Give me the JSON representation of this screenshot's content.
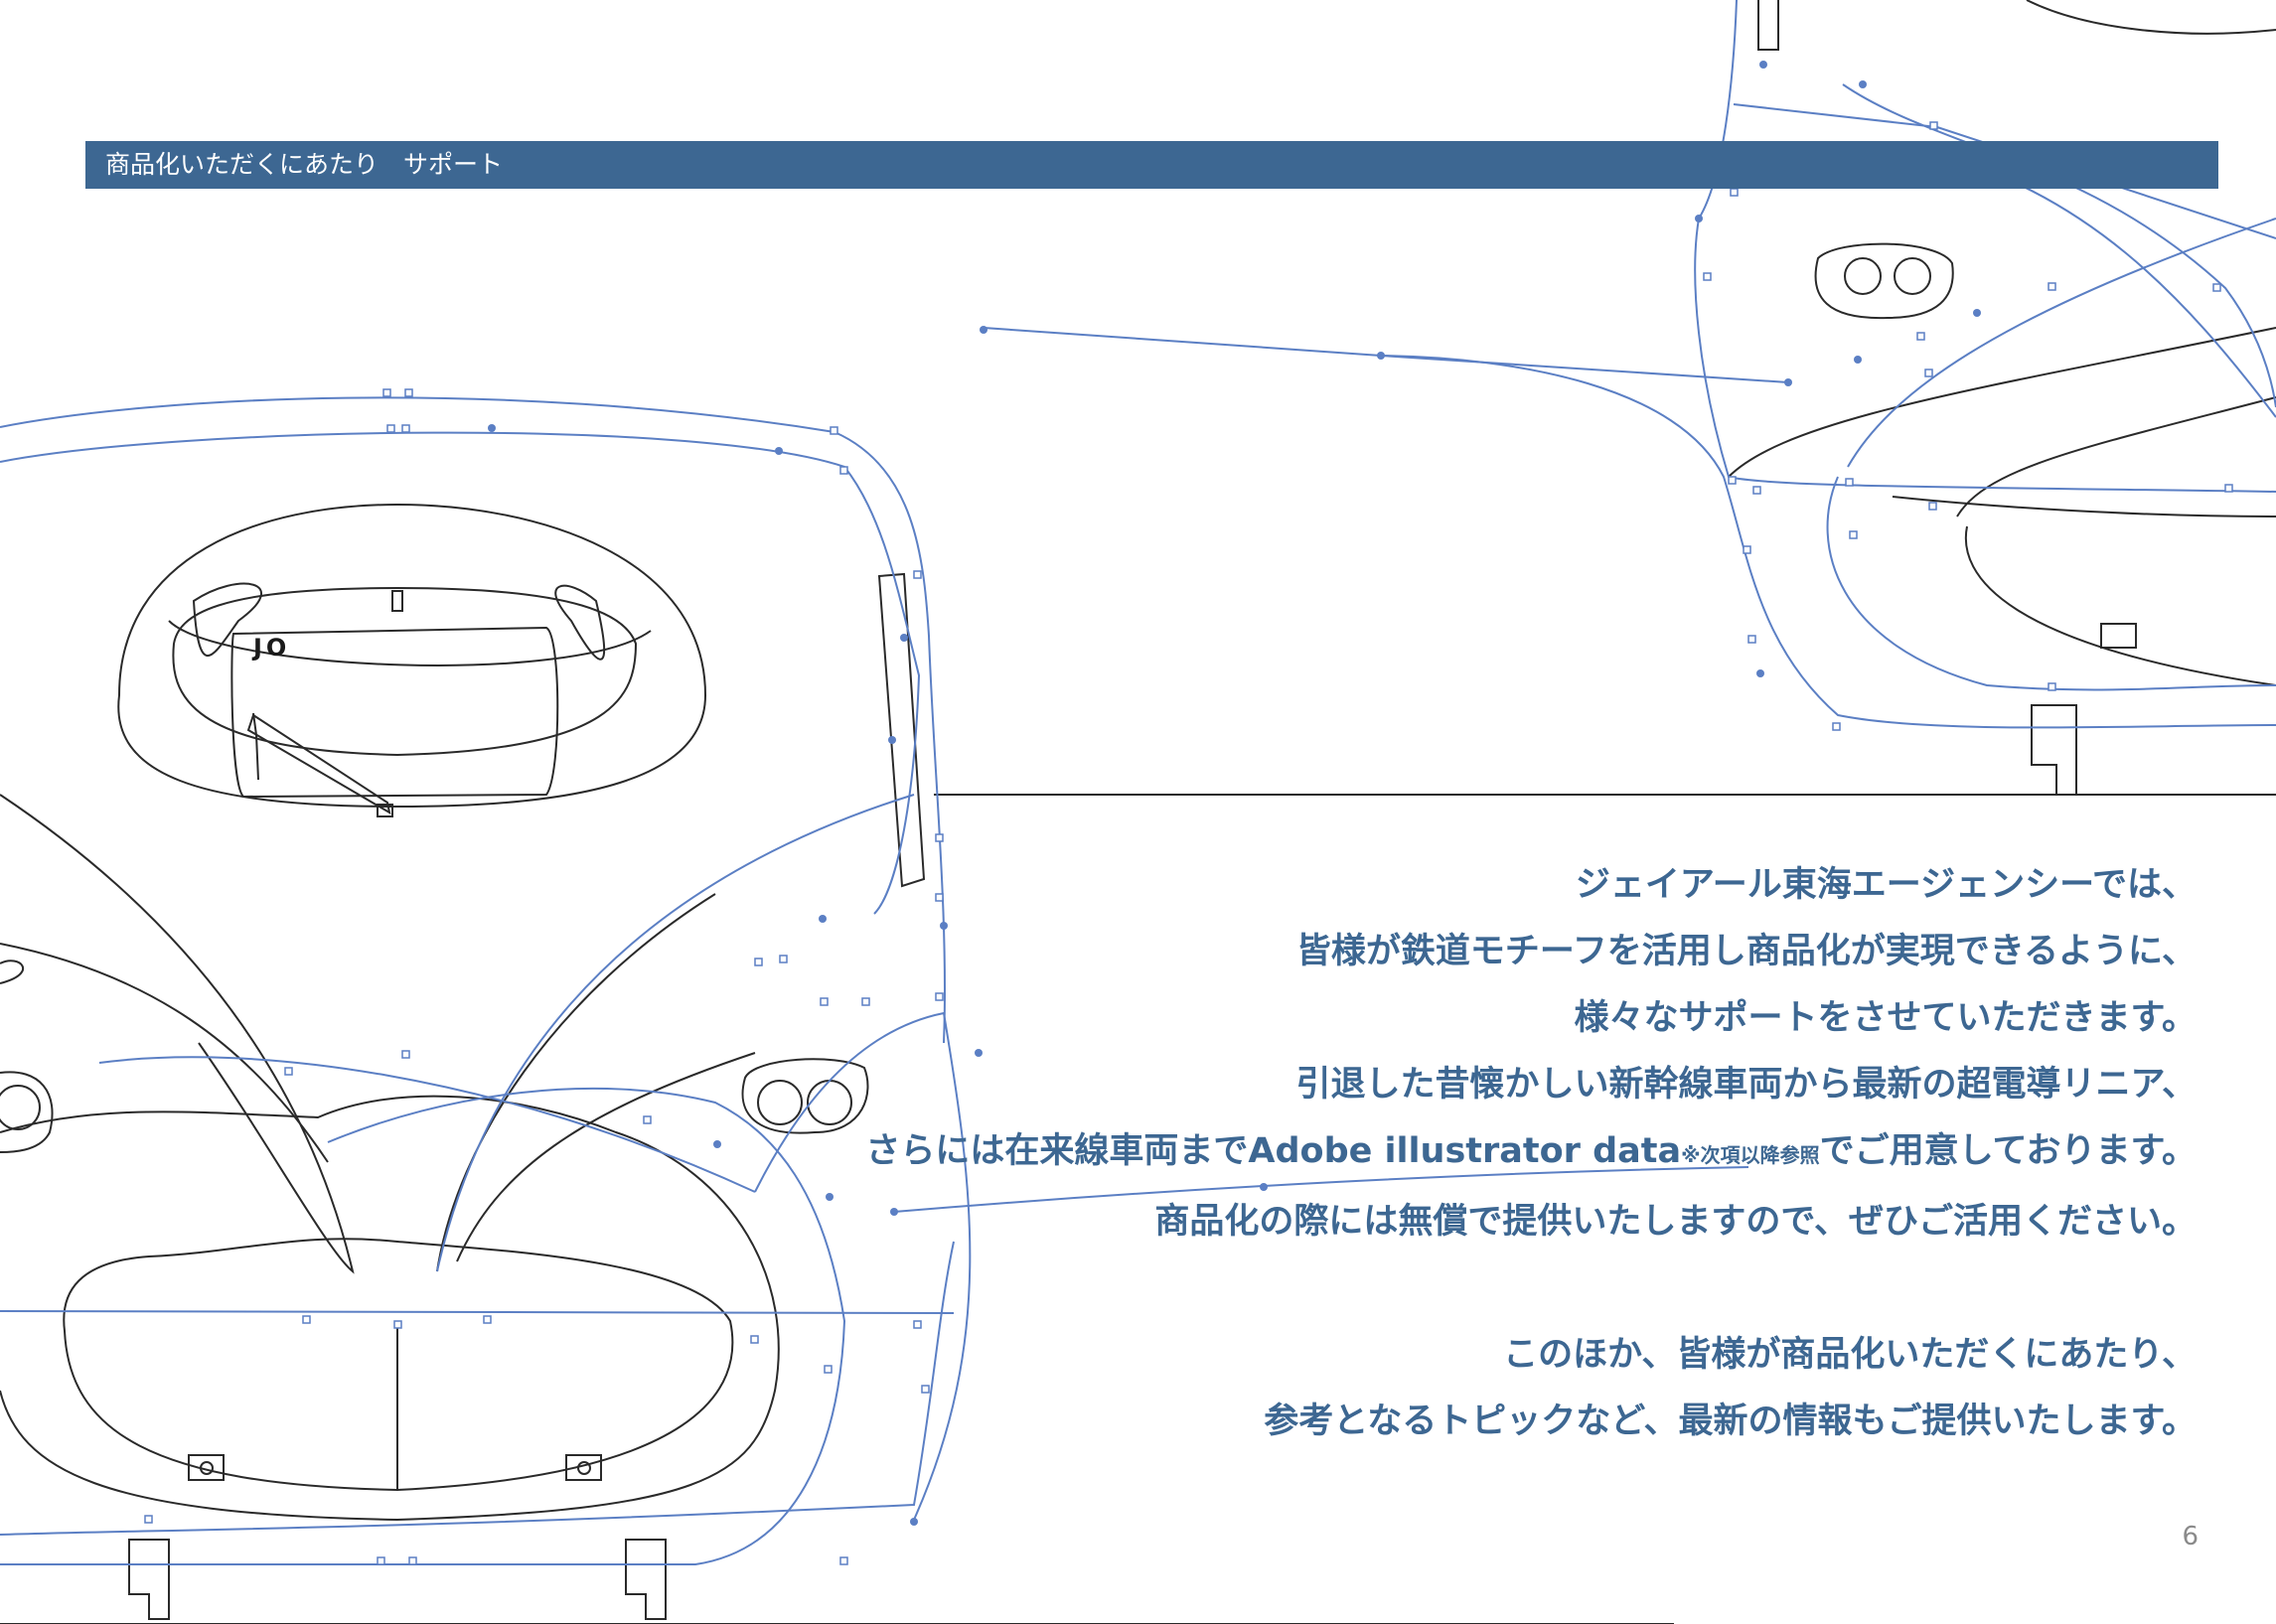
{
  "header": {
    "title": "商品化いただくにあたり　サポート"
  },
  "emblem": {
    "text": "JO"
  },
  "body": {
    "line1": "ジェイアール東海エージェンシーでは、",
    "line2": "皆様が鉄道モチーフを活用し商品化が実現できるように、",
    "line3": "様々なサポートをさせていただきます。",
    "line4": "引退した昔懐かしい新幹線車両から最新の超電導リニア、",
    "line5_pre": "さらには在来線車両までAdobe illustrator data",
    "line5_note": "※次項以降参照",
    "line5_post": "でご用意しております。",
    "line6": "商品化の際には無償で提供いたしますので、ぜひご活用ください。",
    "line7": "このほか、皆様が商品化いただくにあたり、",
    "line8": "参考となるトピックなど、最新の情報もご提供いたします。"
  },
  "page_number": "6",
  "colors": {
    "accent": "#3d6792",
    "path_blue": "#5b7fc4",
    "line_black": "#2a2a2a"
  }
}
